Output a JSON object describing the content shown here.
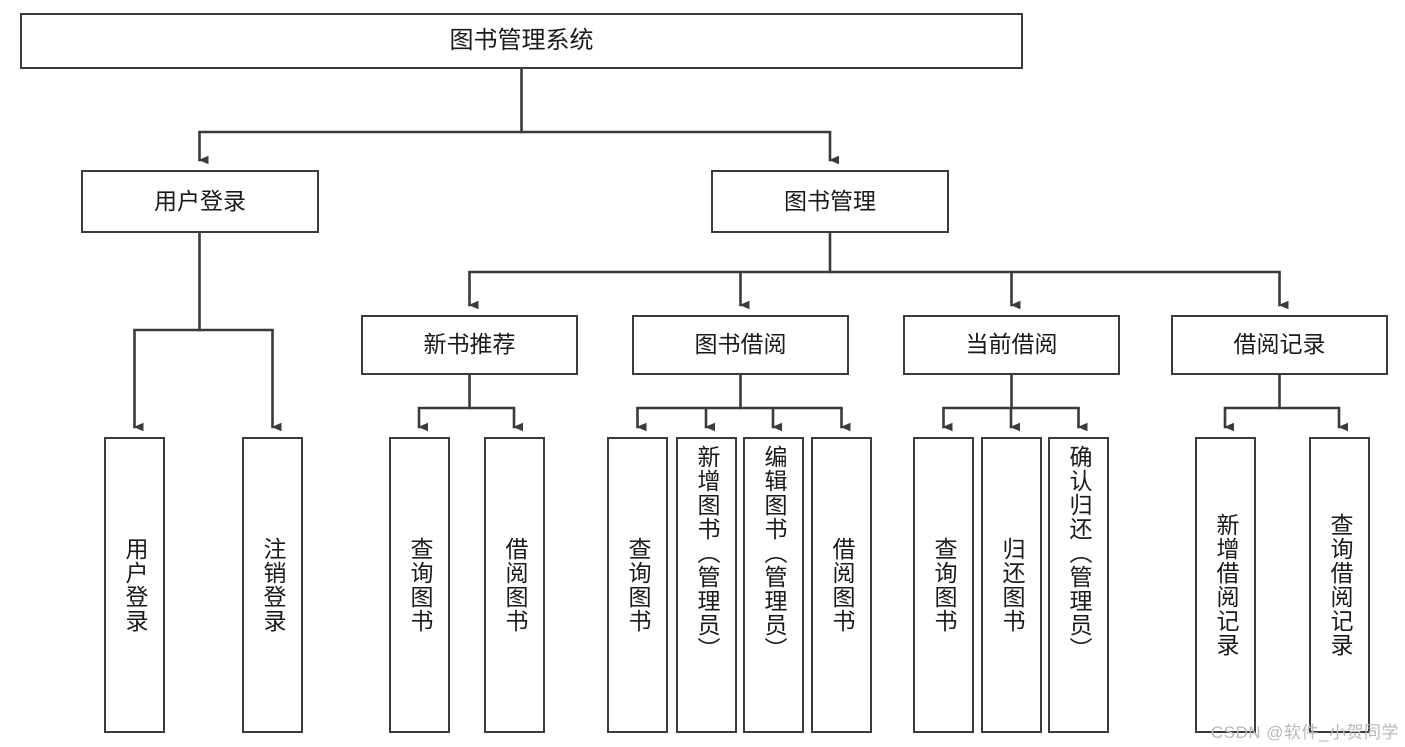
{
  "diagram": {
    "title": "图书管理系统",
    "watermark": "CSDN @软件_小贺同学",
    "type": "tree-hierarchy",
    "nodes": {
      "root": {
        "label": "图书管理系统"
      },
      "level1": [
        {
          "id": "user-login",
          "label": "用户登录"
        },
        {
          "id": "book-management",
          "label": "图书管理"
        }
      ],
      "level2": [
        {
          "id": "new-book-recommend",
          "label": "新书推荐"
        },
        {
          "id": "book-borrow",
          "label": "图书借阅"
        },
        {
          "id": "current-borrow",
          "label": "当前借阅"
        },
        {
          "id": "borrow-record",
          "label": "借阅记录"
        }
      ],
      "leaves": [
        {
          "id": "leaf-user-login",
          "label": "用户登录"
        },
        {
          "id": "leaf-logout-login",
          "label": "注销登录"
        },
        {
          "id": "leaf-query-book-1",
          "label": "查询图书"
        },
        {
          "id": "leaf-borrow-book-1",
          "label": "借阅图书"
        },
        {
          "id": "leaf-query-book-2",
          "label": "查询图书"
        },
        {
          "id": "leaf-add-book-admin",
          "label": "新增图书（管理员）"
        },
        {
          "id": "leaf-edit-book-admin",
          "label": "编辑图书（管理员）"
        },
        {
          "id": "leaf-borrow-book-2",
          "label": "借阅图书"
        },
        {
          "id": "leaf-query-book-3",
          "label": "查询图书"
        },
        {
          "id": "leaf-return-book",
          "label": "归还图书"
        },
        {
          "id": "leaf-confirm-return-admin",
          "label": "确认归还（管理员）"
        },
        {
          "id": "leaf-add-borrow-record",
          "label": "新增借阅记录"
        },
        {
          "id": "leaf-query-borrow-record",
          "label": "查询借阅记录"
        }
      ]
    },
    "colors": {
      "box_border": "#3b3b3b",
      "box_fill": "#ffffff",
      "connector": "#3b3b3b",
      "text": "#1a1a1a",
      "watermark": "#b9b9b9"
    }
  }
}
